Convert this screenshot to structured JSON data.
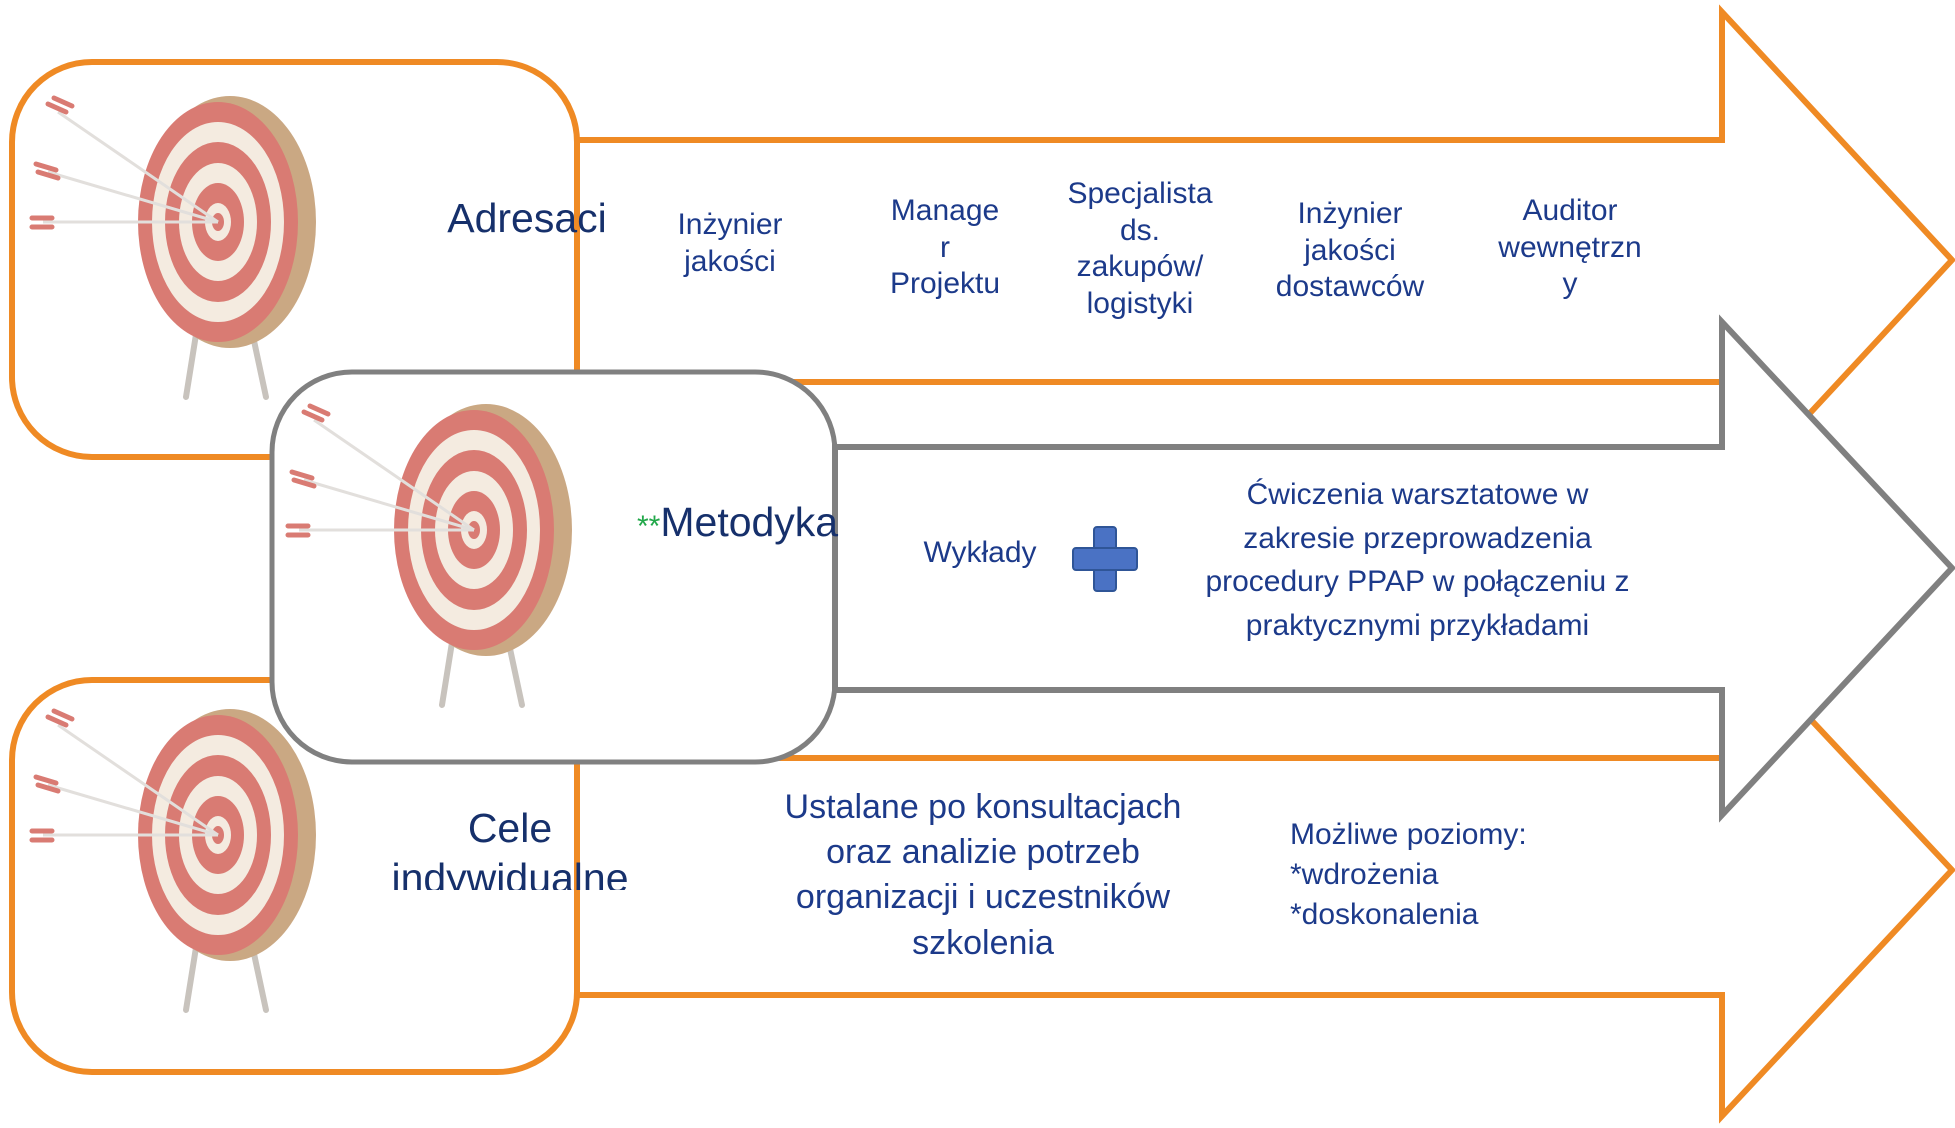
{
  "colors": {
    "orange": "#ef8a24",
    "gray": "#808080",
    "title_blue": "#16306b",
    "text_blue": "#1c3a8a",
    "plus_blue": "#4a72c4",
    "stars_green": "#22a84a",
    "target_red": "#d97b73",
    "target_cream": "#f4ebe0",
    "target_rim": "#caa883"
  },
  "icons": {
    "target": "archery-target-icon",
    "plus": "plus-icon",
    "arrow": "right-arrow"
  },
  "rows": {
    "adresaci": {
      "title": "Adresaci",
      "items": [
        "Inżynier\njakości",
        "Manage\nr\nProjektu",
        "Specjalista\nds.\nzakupów/\nlogistyki",
        "Inżynier\njakości\ndostawców",
        "Auditor\nwewnętrzn\ny"
      ]
    },
    "metodyka": {
      "stars": "**",
      "title": "Metodyka",
      "lectures": "Wykłady",
      "workshops": "Ćwiczenia warsztatowe w\nzakresie przeprowadzenia\nprocedury PPAP w połączeniu z\npraktycznymi przykładami"
    },
    "cele": {
      "title": "Cele\nindywidualne",
      "consultation": "Ustalane po konsultacjach\noraz analizie potrzeb\norganizacji i uczestników\nszkolenia",
      "levels": "Możliwe poziomy:\n*wdrożenia\n*doskonalenia"
    }
  }
}
